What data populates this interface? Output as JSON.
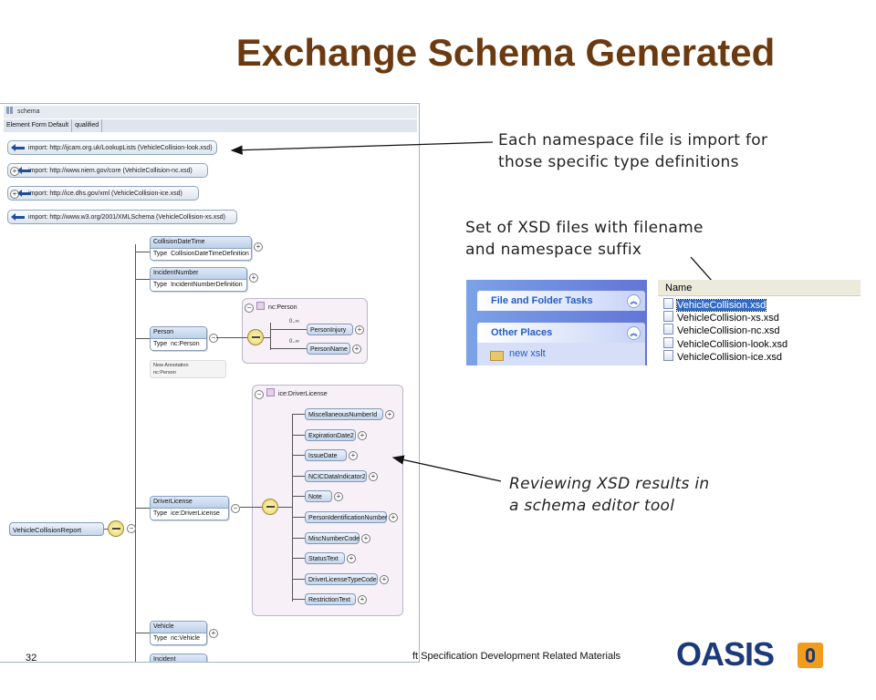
{
  "slide": {
    "title": "Exchange Schema Generated",
    "callout_imports": [
      "Each namespace file is import for",
      "those specific type definitions"
    ],
    "callout_files": [
      "Set of XSD files with filename",
      "and namespace suffix"
    ],
    "callout_editor": [
      "Reviewing XSD results in",
      "a schema editor tool"
    ],
    "footer_text": "ft Specification Development Related Materials",
    "logo_text": "OASIS",
    "slide_number": "32"
  },
  "editor": {
    "title": "schema",
    "tab_label": "Element Form Default",
    "tab_value": "qualified",
    "imports": [
      "import: http://ijcam.org.uk/LookupLists (VehicleCollision-look.xsd)",
      "import: http://www.niem.gov/core (VehicleCollision-nc.xsd)",
      "import: http://ice.dhs.gov/xml (VehicleCollision-ice.xsd)",
      "import: http://www.w3.org/2001/XMLSchema (VehicleCollision-xs.xsd)"
    ],
    "type_label": "Type",
    "elements": [
      {
        "name": "CollisionDateTime",
        "type": "CollisionDateTimeDefinition"
      },
      {
        "name": "IncidentNumber",
        "type": "IncidentNumberDefinition"
      },
      {
        "name": "Person",
        "type": "nc:Person"
      },
      {
        "name": "DriverLicense",
        "type": "ice:DriverLicense"
      },
      {
        "name": "Vehicle",
        "type": "nc:Vehicle"
      },
      {
        "name": "Incident",
        "type": ""
      }
    ],
    "annotation": [
      "New Annotation",
      "nc:Person"
    ],
    "person_group": {
      "title": "nc:Person",
      "multiplicity": "0..∞",
      "children": [
        "PersonInjury",
        "PersonName"
      ]
    },
    "license_group": {
      "title": "ice:DriverLicense",
      "children": [
        "MiscellaneousNumberId",
        "ExpirationDate2",
        "IssueDate",
        "NCICDataIndicator2",
        "Note",
        "PersonIdentificationNumber",
        "MiscNumberCode",
        "StatusText",
        "DriverLicenseTypeCode",
        "RestrictionText"
      ]
    },
    "root": "VehicleCollisionReport"
  },
  "explorer": {
    "task1": "File and Folder Tasks",
    "task2": "Other Places",
    "place": "new xslt",
    "column": "Name",
    "files": [
      "VehicleCollision.xsd",
      "VehicleCollision-xs.xsd",
      "VehicleCollision-nc.xsd",
      "VehicleCollision-look.xsd",
      "VehicleCollision-ice.xsd"
    ]
  },
  "colors": {
    "title": "#6b3a10",
    "oasis_blue": "#1a3a7a",
    "oasis_orange": "#f39c1c",
    "selection": "#316ac5"
  }
}
